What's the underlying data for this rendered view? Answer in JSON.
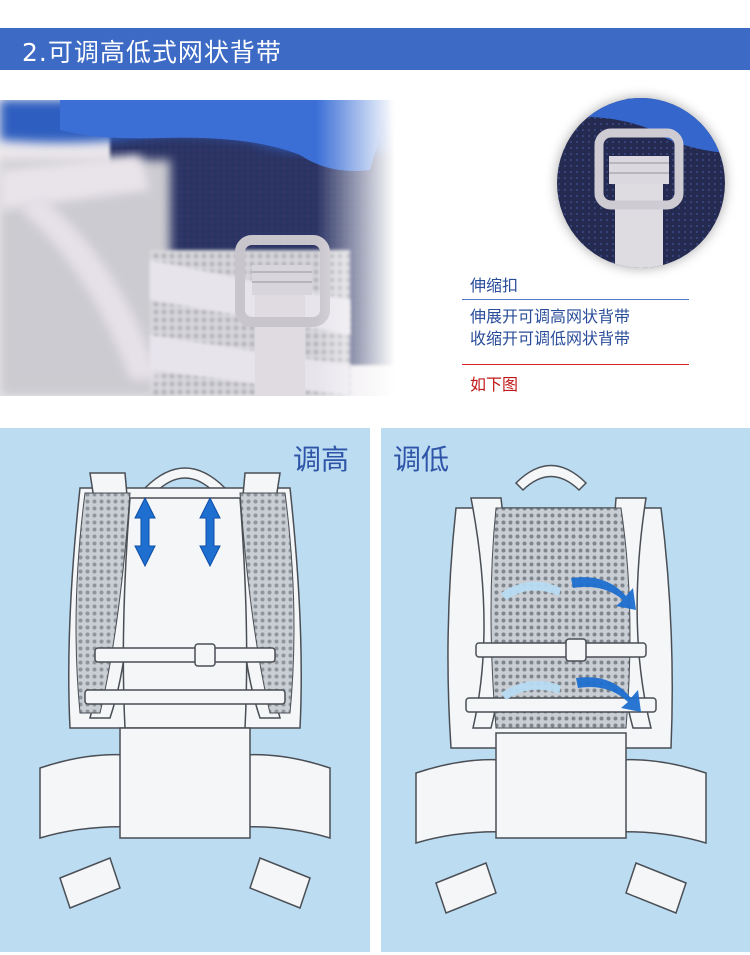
{
  "header": {
    "title": "2.可调高低式网状背带"
  },
  "annotation": {
    "buckle_label": "伸缩扣",
    "line1": "伸展开可调高网状背带",
    "line2": "收缩开可调低网状背带",
    "see_below": "如下图"
  },
  "panels": {
    "left_title": "调高",
    "right_title": "调低"
  },
  "colors": {
    "header_bg": "#3d6ac4",
    "panel_bg": "#bcdcf2",
    "annotation_blue": "#2a4d9a",
    "annotation_red": "#c01818",
    "arrow_blue": "#1e6fd0"
  }
}
